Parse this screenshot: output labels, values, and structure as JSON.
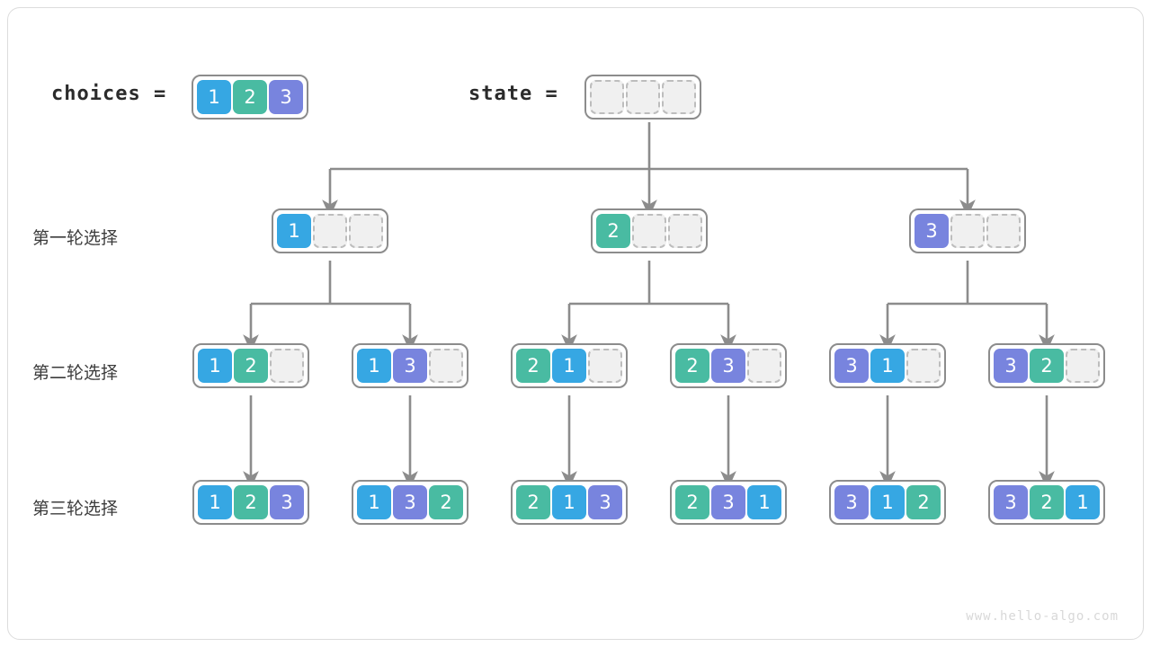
{
  "figure": {
    "watermark": "www.hello-algo.com",
    "colors": {
      "value_1": "#36a7e3",
      "value_2": "#49bba2",
      "value_3": "#7884de",
      "empty_cell": "#f0f0f0",
      "empty_border": "#bdbdbd",
      "node_border": "#8c8c8c",
      "wire": "#8c8c8c",
      "frame": "#dcdcdc",
      "text": "#2b2b2b"
    }
  },
  "header": {
    "choices_label": "choices =",
    "choices_cells": [
      "1",
      "2",
      "3"
    ],
    "state_label": "state =",
    "state_cells": [
      "",
      "",
      ""
    ]
  },
  "rows": [
    {
      "label": "第一轮选择",
      "nodes": [
        {
          "cells": [
            "1",
            "",
            ""
          ]
        },
        {
          "cells": [
            "2",
            "",
            ""
          ]
        },
        {
          "cells": [
            "3",
            "",
            ""
          ]
        }
      ]
    },
    {
      "label": "第二轮选择",
      "nodes": [
        {
          "cells": [
            "1",
            "2",
            ""
          ]
        },
        {
          "cells": [
            "1",
            "3",
            ""
          ]
        },
        {
          "cells": [
            "2",
            "1",
            ""
          ]
        },
        {
          "cells": [
            "2",
            "3",
            ""
          ]
        },
        {
          "cells": [
            "3",
            "1",
            ""
          ]
        },
        {
          "cells": [
            "3",
            "2",
            ""
          ]
        }
      ]
    },
    {
      "label": "第三轮选择",
      "nodes": [
        {
          "cells": [
            "1",
            "2",
            "3"
          ]
        },
        {
          "cells": [
            "1",
            "3",
            "2"
          ]
        },
        {
          "cells": [
            "2",
            "1",
            "3"
          ]
        },
        {
          "cells": [
            "2",
            "3",
            "1"
          ]
        },
        {
          "cells": [
            "3",
            "1",
            "2"
          ]
        },
        {
          "cells": [
            "3",
            "2",
            "1"
          ]
        }
      ]
    }
  ]
}
